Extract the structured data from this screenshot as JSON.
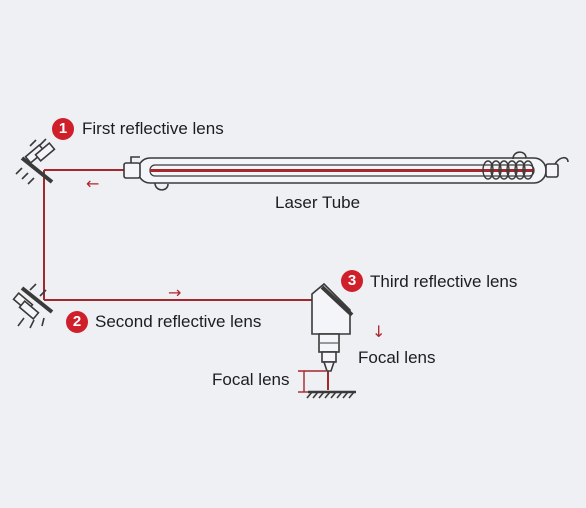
{
  "diagram": {
    "colors": {
      "beam": "#a3272c",
      "badge": "#cf1f2a",
      "outline": "#3a3a3a",
      "background": "#eef0f4"
    },
    "icons": {
      "laser_tube": "laser-tube-icon",
      "first_mirror": "mirror-mount-icon",
      "second_mirror": "mirror-mount-icon",
      "laser_head": "laser-head-icon",
      "work_surface": "hatched-ground-icon"
    },
    "labels": {
      "first_lens": {
        "number": "1",
        "text": "First reflective lens"
      },
      "second_lens": {
        "number": "2",
        "text": "Second reflective lens"
      },
      "third_lens": {
        "number": "3",
        "text": "Third reflective lens"
      },
      "laser_tube": "Laser Tube",
      "focal_lens_right": "Focal lens",
      "focal_lens_left": "Focal lens"
    },
    "arrows": {
      "top": "←",
      "middle": "→",
      "down": "↓"
    }
  }
}
